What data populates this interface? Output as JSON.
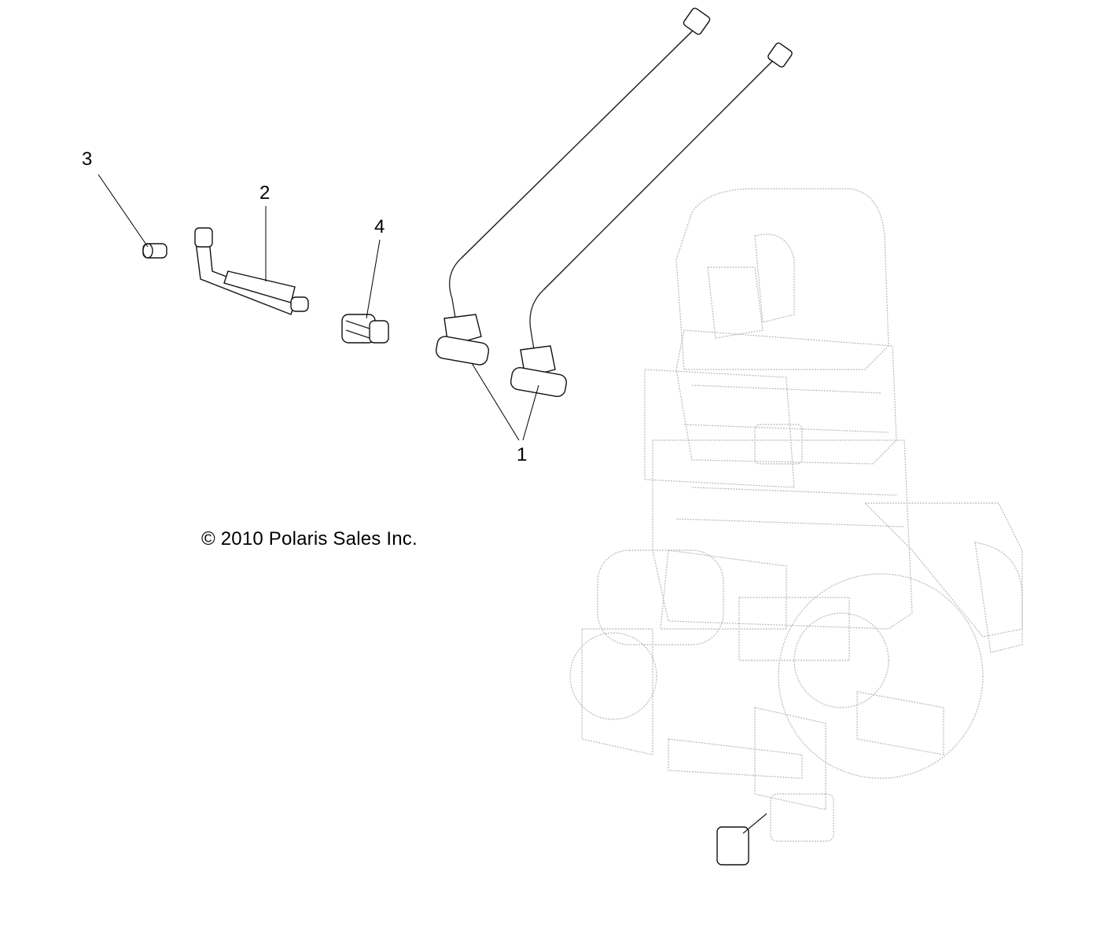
{
  "callouts": {
    "c1": "1",
    "c2": "2",
    "c3": "3",
    "c4": "4"
  },
  "copyright": "© 2010 Polaris Sales Inc."
}
